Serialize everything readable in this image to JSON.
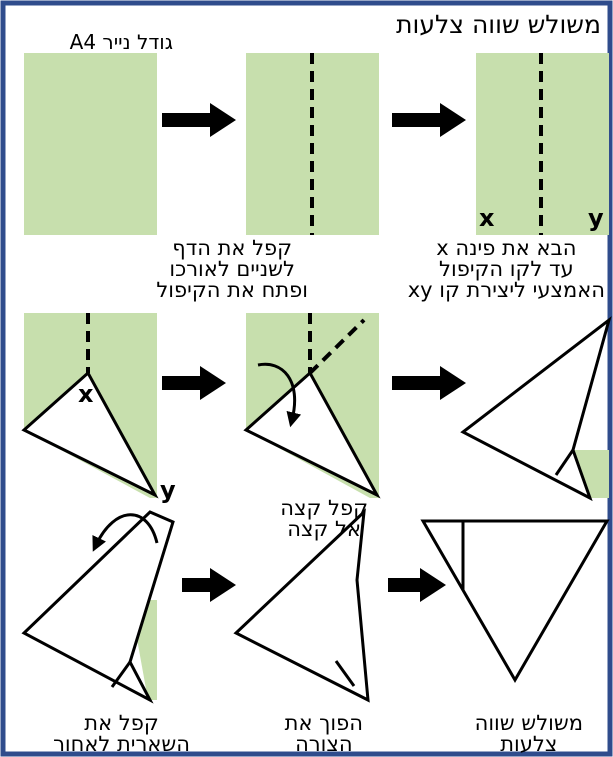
{
  "title": "משולש שווה צלעות",
  "paper_label": "גודל נייר A4",
  "colors": {
    "paper": "#c7dfad",
    "border": "#2f4c8c",
    "ink": "#000000"
  },
  "steps": {
    "s2": [
      "קפל את הדף",
      "לשניים לאורכו",
      "ופתח את הקיפול"
    ],
    "s3": [
      "הבא את פינה x",
      "עד לקו הקיפול",
      "האמצעי ליצירת קו xy"
    ],
    "s5": [
      "קפל קצה",
      "אל קצה"
    ],
    "s7": [
      "קפל את",
      "השארית לאחור"
    ],
    "s8": [
      "הפוך את",
      "הצורה"
    ],
    "s9": [
      "משולש שווה",
      "צלעות"
    ]
  },
  "labels": {
    "x": "x",
    "y": "y"
  }
}
